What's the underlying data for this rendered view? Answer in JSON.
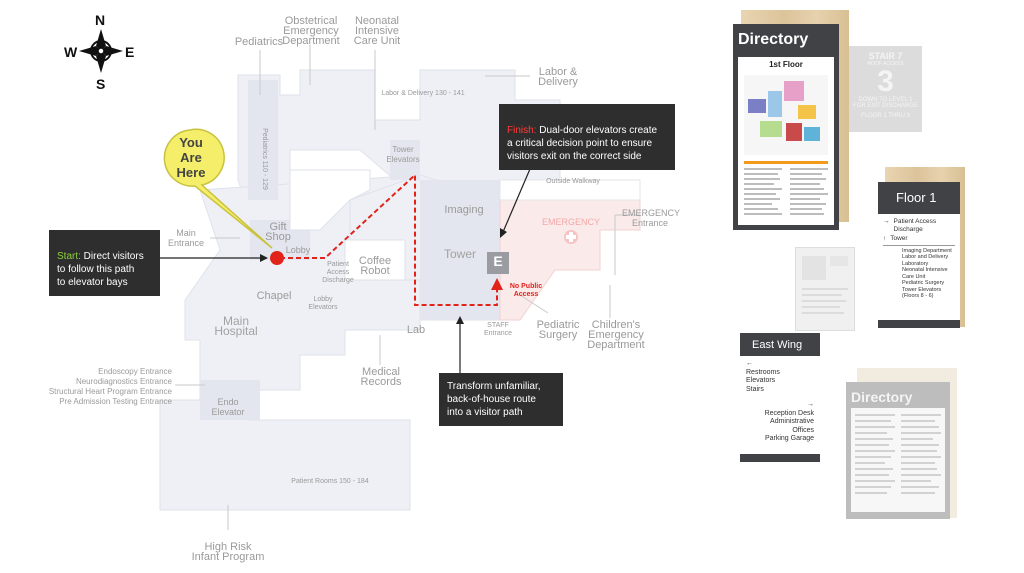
{
  "compass": {
    "n": "N",
    "s": "S",
    "e": "E",
    "w": "W"
  },
  "you_are_here": "You\nAre\nHere",
  "map_labels": {
    "pediatrics": "Pediatrics",
    "obstetrical": "Obstetrical\nEmergency\nDepartment",
    "nicu": "Neonatal\nIntensive\nCare Unit",
    "labor_delivery": "Labor &\nDelivery",
    "labor_rooms": "Labor & Delivery 130 - 141",
    "pediatrics_rooms": "Pediatrics 110 - 129",
    "tower_elevators": "Tower\nElevators",
    "gift_shop": "Gift\nShop",
    "lobby": "Lobby",
    "main_entrance": "Main\nEntrance",
    "patient_access": "Patient\nAccess\nDischarge",
    "coffee_robot": "Coffee\nRobot",
    "imaging": "Imaging",
    "tower": "Tower",
    "outside_walkway": "Outside Walkway",
    "emergency": "EMERGENCY",
    "emergency_entrance": "EMERGENCY\nEntrance",
    "elevator_glyph": "E",
    "no_public_access": "No Public\nAccess",
    "chapel": "Chapel",
    "lobby_elevators": "Lobby\nElevators",
    "main_hospital": "Main\nHospital",
    "lab": "Lab",
    "staff_entrance": "STAFF\nEntrance",
    "pediatric_surgery": "Pediatric\nSurgery",
    "childrens_ed": "Children's\nEmergency\nDepartment",
    "medical_records": "Medical\nRecords",
    "endoscopy_entrances": "Endoscopy Entrance\nNeurodiagnostics Entrance\nStructural Heart Program Entrance\nPre Admission Testing Entrance",
    "endo_elevator": "Endo\nElevator",
    "patient_rooms": "Patient Rooms 150 - 184",
    "high_risk": "High Risk\nInfant Program"
  },
  "callouts": {
    "start_key": "Start:",
    "start_text": " Direct visitors\nto follow this path\nto elevator bays",
    "finish_key": "Finish:",
    "finish_text": " Dual-door elevators create\na critical decision point to ensure\nvisitors exit on the correct side",
    "transform_text": "Transform unfamiliar,\nback-of-house route\ninto a visitor path"
  },
  "signs": {
    "directory": {
      "title": "Directory",
      "floor": "1st Floor"
    },
    "stair": {
      "title": "STAIR 7",
      "sub": "ROOF ACCESS",
      "number": "3",
      "line1": "DOWN TO LEVEL 1",
      "line2": "FOR EXIT DISCHARGE",
      "footer": "FLOOR 1 THRU 3"
    },
    "floor1": {
      "title": "Floor 1",
      "main": [
        {
          "arrow": "→",
          "text": "Patient Access\nDischarge"
        },
        {
          "arrow": "↑",
          "text": "Tower"
        }
      ],
      "sub": [
        "Imaging Department",
        "Labor and Delivery",
        "Laboratory",
        "Neonatal Intensive\nCare Unit",
        "Pediatric Surgery",
        "Tower Elevators\n(Floors 8 - 6)"
      ]
    },
    "east_wing": {
      "title": "East Wing",
      "left_arrow": "←",
      "left": "Restrooms\nElevators\nStairs",
      "right_arrow": "→",
      "right": "Reception Desk\nAdministrative\nOffices\nParking Garage"
    },
    "directory2": {
      "title": "Directory"
    }
  },
  "colors": {
    "path": "#e2231a",
    "callout_bg": "#2e2e2e",
    "start": "#8bd13a",
    "finish": "#ff3b3b",
    "bubble": "#f5ee6a",
    "sign_dark": "#414246"
  }
}
